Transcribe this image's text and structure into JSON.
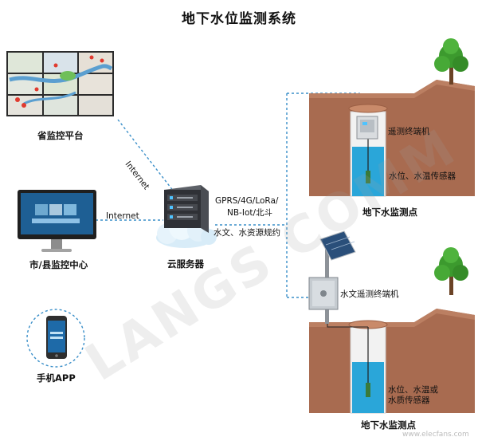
{
  "title": "地下水位监测系统",
  "nodes": {
    "provincial": "省监控平台",
    "city": "市/县监控中心",
    "mobile": "手机APP",
    "cloud": "云服务器",
    "station_top": "地下水监测点",
    "station_bottom": "地下水监测点"
  },
  "devices": {
    "rtu_top": "遥测终端机",
    "sensor_top": "水位、水温传感器",
    "rtu_bottom": "水文遥测终端机",
    "sensor_bottom_line1": "水位、水温或",
    "sensor_bottom_line2": "水质传感器"
  },
  "links": {
    "internet_diag": "Internet",
    "internet_horiz": "Internet",
    "comm_line1": "GPRS/4G/LoRa/",
    "comm_line2": "NB-Iot/北斗",
    "protocol": "水文、水资源规约"
  },
  "watermark": {
    "main": "LANGS COMM",
    "corner": "www.elecfans.com"
  },
  "colors": {
    "link_line": "#3a8fc9",
    "soil": "#a86b50",
    "soil_dark": "#8a5339",
    "water": "#2aa6d9",
    "tree": "#3c9a2e"
  },
  "icons": {
    "video_wall": "video-wall-icon",
    "desktop": "desktop-monitor-icon",
    "phone": "smartphone-icon",
    "server": "server-rack-icon",
    "cloud": "cloud-icon",
    "rtu": "rtu-cabinet-icon",
    "solar": "solar-panel-icon",
    "tree": "tree-icon"
  }
}
